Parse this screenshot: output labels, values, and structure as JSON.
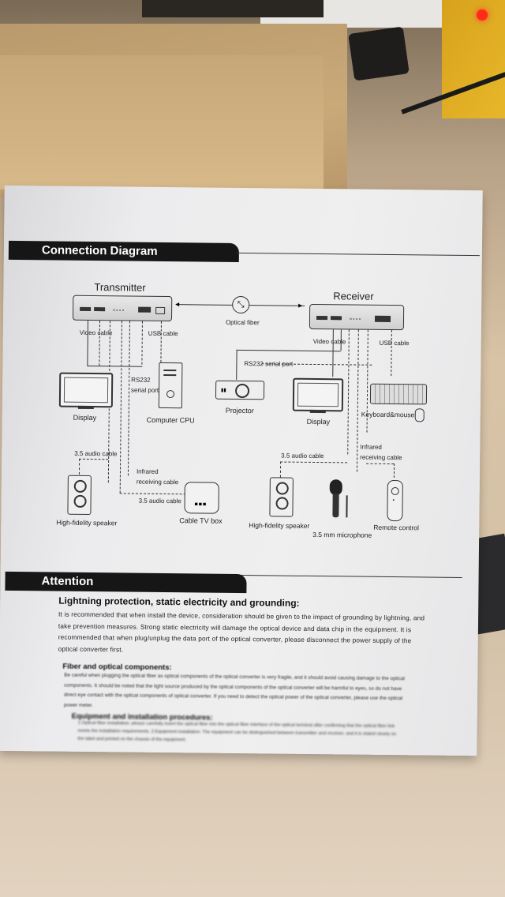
{
  "sections": {
    "connection_title": "Connection Diagram",
    "attention_title": "Attention"
  },
  "diagram": {
    "transmitter": "Transmitter",
    "receiver": "Receiver",
    "optical_fiber": "Optical fiber",
    "tx_video_cable": "Video cable",
    "tx_usb_cable": "USB cable",
    "rs232_serial_port_1": "RS232",
    "rs232_serial_port_2": "serial port",
    "tx_display": "Display",
    "computer_cpu": "Computer CPU",
    "tx_audio_cable": "3.5 audio cable",
    "tx_infrared_1": "Infrared",
    "tx_infrared_2": "receiving cable",
    "tx_audio_cable_2": "3.5 audio cable",
    "tx_speaker": "High-fidelity speaker",
    "cable_tv_box": "Cable TV box",
    "rx_video_cable": "Video cable",
    "rx_usb_cable": "USB cable",
    "rs232_serial_port_rx": "RS232 serial port",
    "projector": "Projector",
    "rx_display": "Display",
    "keyboard_mouse": "Keyboard&mouse",
    "rx_audio_cable": "3.5 audio cable",
    "rx_infrared_1": "Infrared",
    "rx_infrared_2": "receiving cable",
    "rx_speaker": "High-fidelity speaker",
    "microphone": "3.5 mm microphone",
    "remote_control": "Remote control"
  },
  "attention": {
    "heading1": "Lightning protection, static electricity and grounding:",
    "para1": "It is recommended that when install the device, consideration should be given to the impact of grounding by lightning, and take prevention measures. Strong static electricity will damage the optical device and data chip in the equipment. It is recommended that when plug/unplug the data port of the optical converter, please disconnect the power supply of the optical converter first.",
    "heading2": "Fiber and optical components:",
    "para2": "Be careful when plugging the optical fiber as optical components of the optical converter is very fragile, and it should avoid causing damage to the optical components. It should be noted that the light source produced by the optical components of the optical converter will be harmful to eyes, so do not have direct eye contact with the optical components of optical converter. If you need to detect the optical power of the optical converter, please use the optical power meter.",
    "heading3": "Equipment and installation procedures:",
    "para3": "1.Optical fiber installation: please carefully insert the optical fiber into the optical fiber interface of the optical terminal after confirming that the optical fiber link meets the installation requirements. 2.Equipment installation: The equipment can be distinguished between transmitter and receiver, and it is stated clearly on the label and printed on the chassis of the equipment."
  }
}
